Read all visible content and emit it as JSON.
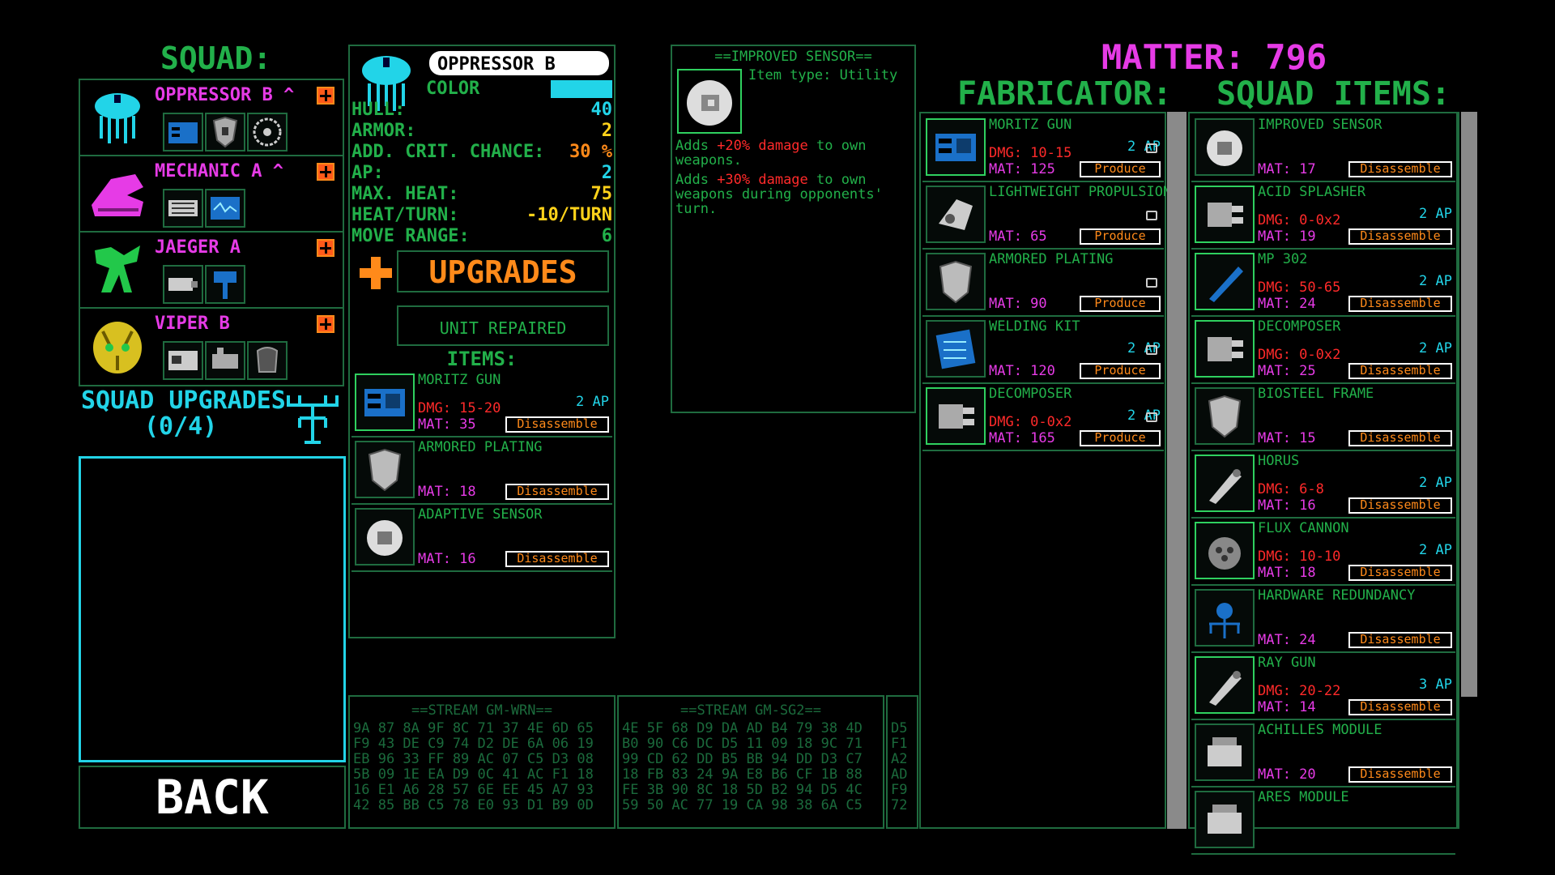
{
  "squad": {
    "title": "SQUAD:",
    "units": [
      {
        "name": "OPPRESSOR B ^",
        "color": "#e63be6"
      },
      {
        "name": "MECHANIC A ^",
        "color": "#e63be6"
      },
      {
        "name": "JAEGER A",
        "color": "#e63be6"
      },
      {
        "name": "VIPER B",
        "color": "#e63be6"
      }
    ],
    "upgrades_label": "SQUAD UPGRADES",
    "upgrades_count": "(0/4)",
    "back_label": "BACK"
  },
  "unit": {
    "name": "OPPRESSOR B",
    "color_label": "COLOR",
    "color_value": "#22d4e8",
    "stats": [
      {
        "label": "HULL:",
        "value": "40",
        "color": "#22d4e8"
      },
      {
        "label": "ARMOR:",
        "value": "2",
        "color": "#ffd21a"
      },
      {
        "label": "ADD. CRIT. CHANCE:",
        "value": "30 %",
        "color": "#ff8a1a"
      },
      {
        "label": "AP:",
        "value": "2",
        "color": "#22d4e8"
      },
      {
        "label": "MAX. HEAT:",
        "value": "75",
        "color": "#ffd21a"
      },
      {
        "label": "HEAT/TURN:",
        "value": "-10/TURN",
        "color": "#ffd21a"
      },
      {
        "label": "MOVE RANGE:",
        "value": "6",
        "color": "#22b04a"
      }
    ],
    "upgrades_label": "UPGRADES",
    "status": "UNIT REPAIRED",
    "items_title": "ITEMS:",
    "items": [
      {
        "name": "MORITZ GUN",
        "dmg": "DMG: 15-20",
        "ap": "2 AP",
        "mat": "MAT: 35",
        "action": "Disassemble"
      },
      {
        "name": "ARMORED PLATING",
        "dmg": "",
        "ap": "",
        "mat": "MAT: 18",
        "action": "Disassemble"
      },
      {
        "name": "ADAPTIVE SENSOR",
        "dmg": "",
        "ap": "",
        "mat": "MAT: 16",
        "action": "Disassemble"
      }
    ]
  },
  "detail": {
    "title": "==IMPROVED SENSOR==",
    "type": "Item type: Utility",
    "line1_a": "Adds ",
    "line1_b": "+20% damage",
    "line1_c": " to own weapons.",
    "line2_a": "Adds ",
    "line2_b": "+30% damage",
    "line2_c": " to own weapons during opponents' turn."
  },
  "matter": {
    "label": "MATTER: 796"
  },
  "fabricator": {
    "title": "FABRICATOR:",
    "items": [
      {
        "name": "MORITZ GUN",
        "dmg": "DMG: 10-15",
        "ap": "2 AP",
        "mat": "MAT: 125",
        "action": "Produce"
      },
      {
        "name": "LIGHTWEIGHT PROPULSION",
        "dmg": "",
        "ap": "",
        "mat": "MAT: 65",
        "action": "Produce"
      },
      {
        "name": "ARMORED PLATING",
        "dmg": "",
        "ap": "",
        "mat": "MAT: 90",
        "action": "Produce"
      },
      {
        "name": "WELDING KIT",
        "dmg": "",
        "ap": "2 AP",
        "mat": "MAT: 120",
        "action": "Produce"
      },
      {
        "name": "DECOMPOSER",
        "dmg": "DMG: 0-0x2",
        "ap": "2 AP",
        "mat": "MAT: 165",
        "action": "Produce"
      }
    ]
  },
  "squad_items": {
    "title": "SQUAD ITEMS:",
    "items": [
      {
        "name": "IMPROVED SENSOR",
        "dmg": "",
        "ap": "",
        "mat": "MAT: 17",
        "action": "Disassemble"
      },
      {
        "name": "ACID SPLASHER",
        "dmg": "DMG: 0-0x2",
        "ap": "2 AP",
        "mat": "MAT: 19",
        "action": "Disassemble"
      },
      {
        "name": "MP 302",
        "dmg": "DMG: 50-65",
        "ap": "2 AP",
        "mat": "MAT: 24",
        "action": "Disassemble"
      },
      {
        "name": "DECOMPOSER",
        "dmg": "DMG: 0-0x2",
        "ap": "2 AP",
        "mat": "MAT: 25",
        "action": "Disassemble"
      },
      {
        "name": "BIOSTEEL FRAME",
        "dmg": "",
        "ap": "",
        "mat": "MAT: 15",
        "action": "Disassemble"
      },
      {
        "name": "HORUS",
        "dmg": "DMG: 6-8",
        "ap": "2 AP",
        "mat": "MAT: 16",
        "action": "Disassemble"
      },
      {
        "name": "FLUX CANNON",
        "dmg": "DMG: 10-10",
        "ap": "2 AP",
        "mat": "MAT: 18",
        "action": "Disassemble"
      },
      {
        "name": "HARDWARE REDUNDANCY",
        "dmg": "",
        "ap": "",
        "mat": "MAT: 24",
        "action": "Disassemble"
      },
      {
        "name": "RAY GUN",
        "dmg": "DMG: 20-22",
        "ap": "3 AP",
        "mat": "MAT: 14",
        "action": "Disassemble"
      },
      {
        "name": "ACHILLES MODULE",
        "dmg": "",
        "ap": "",
        "mat": "MAT: 20",
        "action": "Disassemble"
      },
      {
        "name": "ARES MODULE",
        "dmg": "",
        "ap": "",
        "mat": "",
        "action": ""
      }
    ]
  },
  "streams": {
    "a_title": "==STREAM GM-WRN==",
    "a_lines": [
      "9A 87 8A 9F 8C 71 37 4E 6D 65",
      "F9 43 DE C9 74 D2 DE 6A 06 19",
      "EB 96 33 FF 89 AC 07 C5 D3 08",
      "5B 09 1E EA D9 0C 41 AC F1 18",
      "16 E1 A6 28 57 6E EE 45 A7 93",
      "42 85 BB C5 78 E0 93 D1 B9 0D"
    ],
    "b_title": "==STREAM GM-SG2==",
    "b_lines": [
      "4E 5F 68 D9 DA AD B4 79 38 4D",
      "B0 90 C6 DC D5 11 09 18 9C 71",
      "99 CD 62 DD B5 BB 94 DD D3 C7",
      "18 FB 83 24 9A E8 B6 CF 1B 88",
      "FE 3B 90 8C 18 5D B2 94 D5 4C",
      "59 50 AC 77 19 CA 98 38 6A C5"
    ],
    "c_lines": [
      "D5",
      "F1",
      "A2",
      "AD",
      "F9",
      "72"
    ]
  }
}
